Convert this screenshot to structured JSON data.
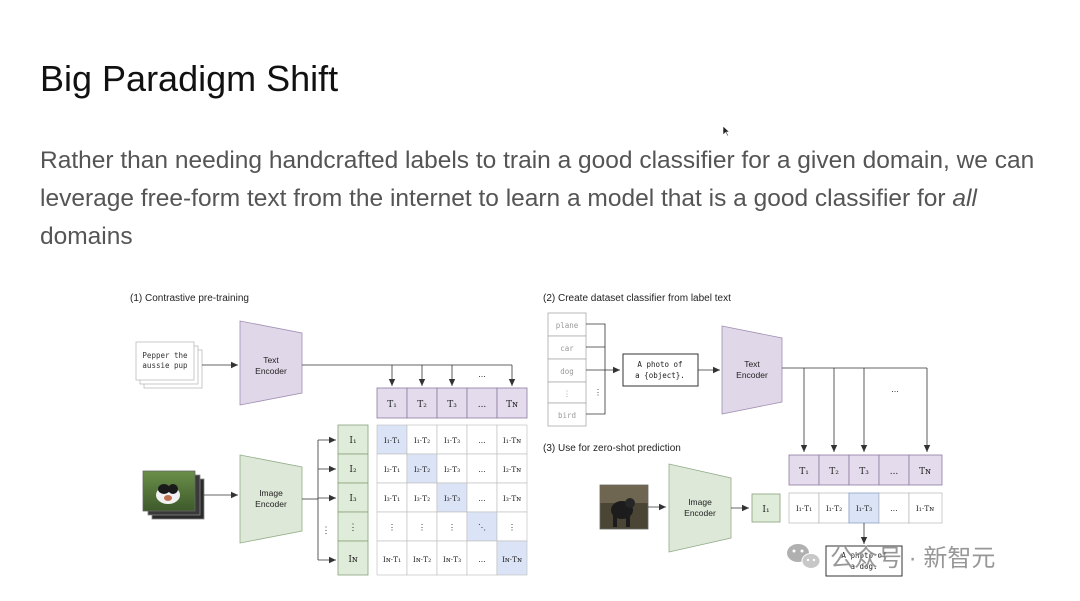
{
  "slide": {
    "title": "Big Paradigm Shift",
    "body_part1": "Rather than needing handcrafted labels to train a good classifier for a given domain, we can leverage free-form text from the internet to learn a model that is a good classifier for ",
    "body_emphasis": "all",
    "body_part2": " domains"
  },
  "diagram": {
    "panel1": {
      "heading": "(1) Contrastive pre-training",
      "caption_line1": "Pepper the",
      "caption_line2": "aussie pup",
      "text_encoder": [
        "Text",
        "Encoder"
      ],
      "image_encoder": [
        "Image",
        "Encoder"
      ],
      "text_tokens": [
        "T₁",
        "T₂",
        "T₃",
        "...",
        "Tɴ"
      ],
      "image_tokens": [
        "I₁",
        "I₂",
        "I₃",
        "⋮",
        "Iɴ"
      ],
      "matrix": [
        [
          "I₁·T₁",
          "I₁·T₂",
          "I₁·T₃",
          "...",
          "I₁·Tɴ"
        ],
        [
          "I₂·T₁",
          "I₂·T₂",
          "I₂·T₃",
          "...",
          "I₂·Tɴ"
        ],
        [
          "I₃·T₁",
          "I₃·T₂",
          "I₃·T₃",
          "...",
          "I₃·Tɴ"
        ],
        [
          "⋮",
          "⋮",
          "⋮",
          "⋱",
          "⋮"
        ],
        [
          "Iɴ·T₁",
          "Iɴ·T₂",
          "Iɴ·T₃",
          "...",
          "Iɴ·Tɴ"
        ]
      ],
      "top_ellipsis": "...",
      "side_ellipsis": "⋮"
    },
    "panel2": {
      "heading": "(2) Create dataset classifier from label text",
      "labels": [
        "plane",
        "car",
        "dog",
        "⋮",
        "bird"
      ],
      "label_ellipsis": "⋮",
      "prompt_line1": "A photo of",
      "prompt_line2": "a {object}.",
      "text_encoder": [
        "Text",
        "Encoder"
      ],
      "text_tokens": [
        "T₁",
        "T₂",
        "T₃",
        "...",
        "Tɴ"
      ],
      "top_ellipsis": "..."
    },
    "panel3": {
      "heading": "(3) Use for zero-shot prediction",
      "image_encoder": [
        "Image",
        "Encoder"
      ],
      "image_token": "I₁",
      "scores": [
        "I₁·T₁",
        "I₁·T₂",
        "I₁·T₃",
        "...",
        "I₁·Tɴ"
      ],
      "result_line1": "A photo of",
      "result_line2": "a dog."
    },
    "colors": {
      "encoder_fill": "#e0d7e8",
      "image_encoder_fill": "#dde8d8",
      "text_token_fill": "#e4dcec",
      "image_token_fill": "#e0ecda",
      "diagonal_fill": "#dbe4f6"
    }
  },
  "watermark": {
    "text": "公众号 · 新智元",
    "icon": "wechat-icon"
  }
}
